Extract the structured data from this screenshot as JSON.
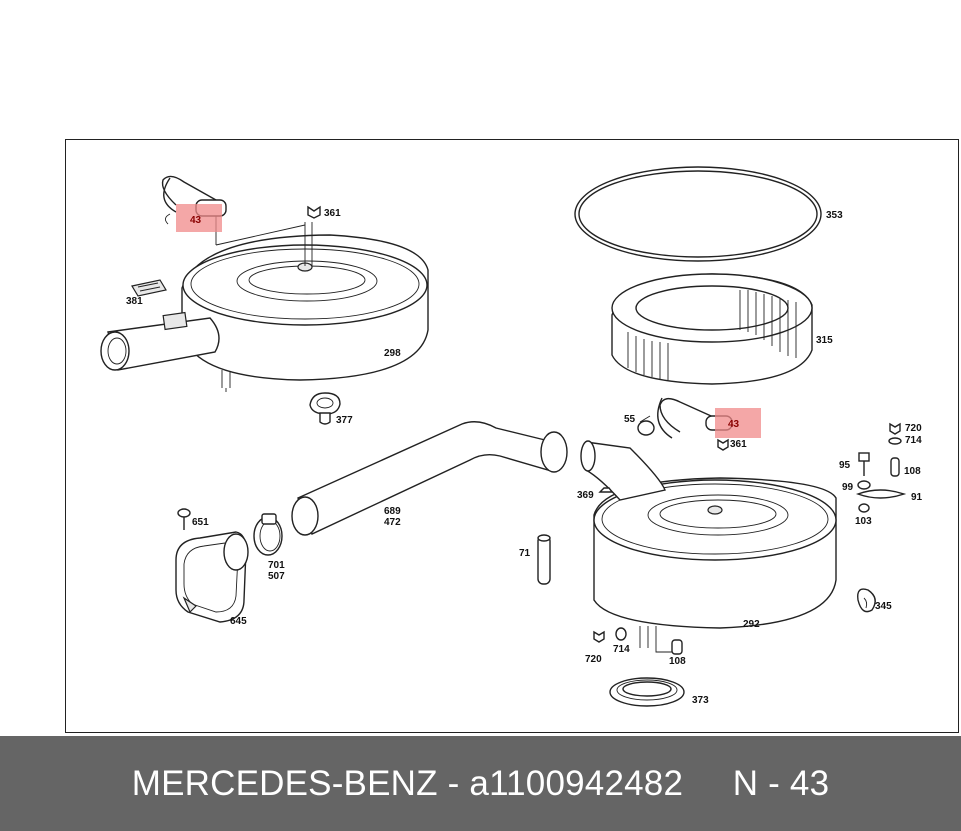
{
  "footer": {
    "text": "MERCEDES-BENZ - a1100942482     N - 43"
  },
  "highlight_color": "#f08a8a",
  "callouts": {
    "p43a": "43",
    "p361a": "361",
    "p381": "381",
    "p298": "298",
    "p377": "377",
    "p353": "353",
    "p315": "315",
    "p55": "55",
    "p43b": "43",
    "p361b": "361",
    "p720a": "720",
    "p714a": "714",
    "p95": "95",
    "p108a": "108",
    "p99": "99",
    "p91": "91",
    "p103": "103",
    "p369": "369",
    "p689": "689",
    "p472": "472",
    "p651": "651",
    "p701": "701",
    "p507": "507",
    "p71": "71",
    "p645": "645",
    "p292": "292",
    "p345": "345",
    "p714b": "714",
    "p720b": "720",
    "p108b": "108",
    "p373": "373"
  }
}
